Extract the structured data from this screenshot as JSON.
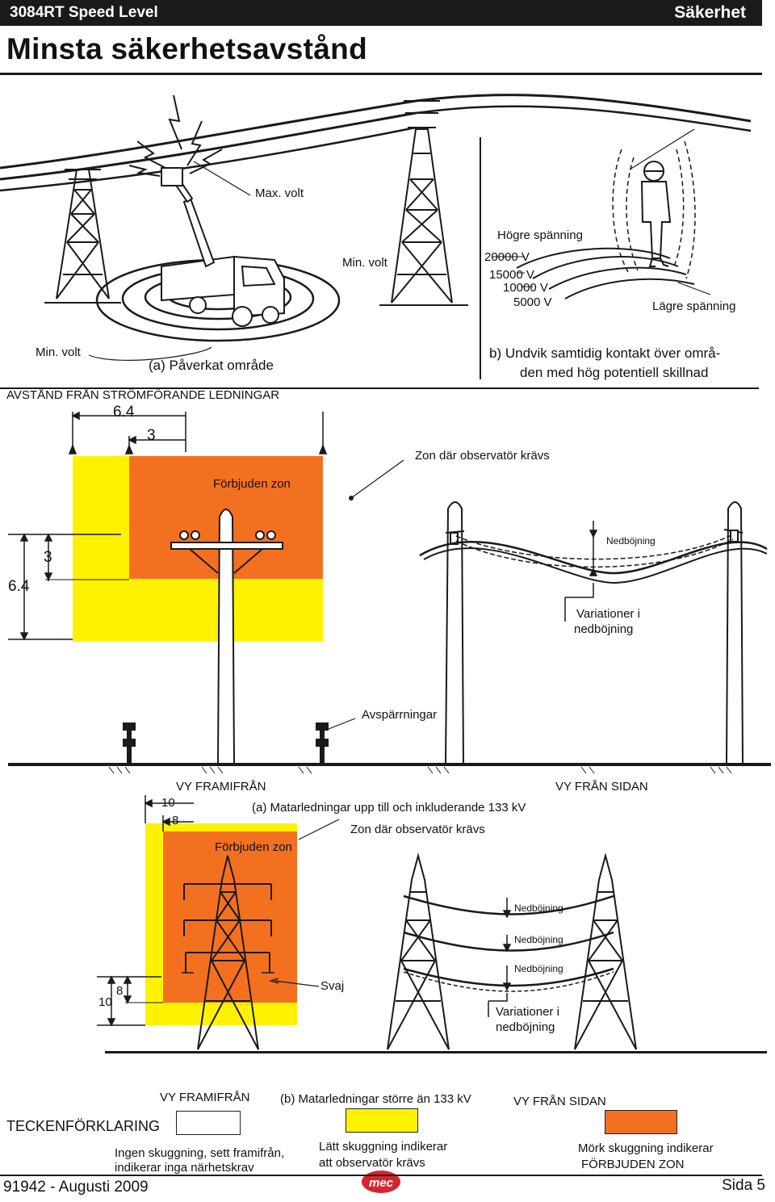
{
  "header": {
    "product": "3084RT Speed Level",
    "section": "Säkerhet"
  },
  "page_title": "Minsta säkerhetsavstånd",
  "fig_top": {
    "max_volt": "Max. volt",
    "min_volt_mid": "Min. volt",
    "min_volt_left": "Min. volt",
    "hogre": "Högre spänning",
    "v20000": "20000 V",
    "v15000": "15000 V",
    "v10000": "10000 V",
    "v5000": "5000 V",
    "lagre": "Lägre spänning",
    "caption_a": "(a) Påverkat område",
    "caption_b_line1": "b) Undvik samtidig kontakt över områ-",
    "caption_b_line2": "den med hög potentiell skillnad",
    "avstand": "AVSTÅND FRÅN STRÖMFÖRANDE LEDNINGAR"
  },
  "fig_mid": {
    "dim_64_top": "6.4",
    "dim_3_top": "3",
    "dim_3_side": "3",
    "dim_64_side": "6.4",
    "zon_observator": "Zon där observatör krävs",
    "forbjuden": "Förbjuden zon",
    "nedbojning": "Nedböjning",
    "variationer_1": "Variationer i",
    "variationer_2": "nedböjning",
    "avsparrningar": "Avspärrningar"
  },
  "fig_low": {
    "vy_framifran": "VY FRAMIFRÅN",
    "vy_fran_sidan": "VY FRÅN SIDAN",
    "caption": "(a) Matarledningar upp till och inkluderande 133 kV",
    "dim_10": "10",
    "dim_8": "8",
    "zon_observator": "Zon där observatör krävs",
    "forbjuden": "Förbjuden zon",
    "nedbojning_1": "Nedböjning",
    "nedbojning_2": "Nedböjning",
    "nedbojning_3": "Nedböjning",
    "svaj": "Svaj",
    "dim_8_side": "8",
    "dim_10_side": "10",
    "variationer_1": "Variationer i",
    "variationer_2": "nedböjning"
  },
  "legend": {
    "vy_framifran": "VY FRAMIFRÅN",
    "caption": "(b) Matarledningar större än 133 kV",
    "vy_fran_sidan": "VY FRÅN SIDAN",
    "title": "TECKENFÖRKLARING",
    "white_1": "Ingen skuggning, sett framifrån,",
    "white_2": "indikerar inga närhetskrav",
    "yellow_1": "Lätt skuggning indikerar",
    "yellow_2": "att observatör krävs",
    "orange_1": "Mörk skuggning indikerar",
    "orange_2": "FÖRBJUDEN ZON"
  },
  "footer": {
    "doc": "91942 - Augusti 2009",
    "page": "Sida 5",
    "logo": "mec"
  },
  "colors": {
    "yellow": "#FFF200",
    "orange": "#F37021",
    "dark": "#1a1a1a",
    "logo_red": "#D7252F"
  }
}
